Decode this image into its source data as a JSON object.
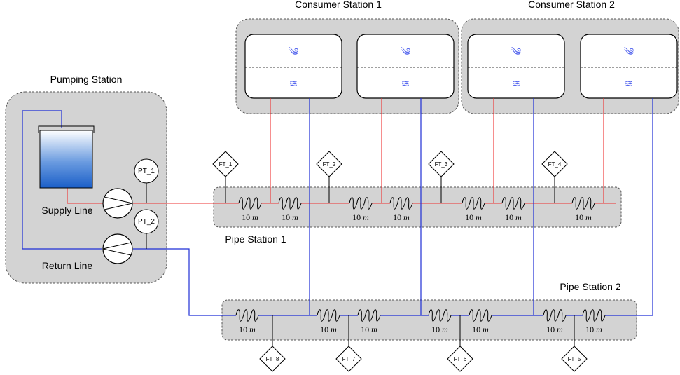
{
  "pumping_station": {
    "title": "Pumping Station",
    "supply_label": "Supply Line",
    "return_label": "Return Line",
    "pressure_sensors": [
      "PT_1",
      "PT_2"
    ]
  },
  "consumer_stations": [
    {
      "title": "Consumer Station 1"
    },
    {
      "title": "Consumer Station 2"
    }
  ],
  "icons": {
    "air": "wind-icon",
    "water": "water-waves-icon"
  },
  "pipe_stations": [
    {
      "title": "Pipe Station 1",
      "flow_sensors": [
        "FT_1",
        "FT_2",
        "FT_3",
        "FT_4"
      ]
    },
    {
      "title": "Pipe Station 2",
      "flow_sensors": [
        "FT_8",
        "FT_7",
        "FT_6",
        "FT_5"
      ]
    }
  ],
  "pipe_segment_value": "10",
  "pipe_segment_unit": "m",
  "colors": {
    "supply_line": "#ee3333",
    "return_line": "#1f2ed6",
    "station_fill": "#d3d3d3",
    "icon": "#5566ee"
  }
}
